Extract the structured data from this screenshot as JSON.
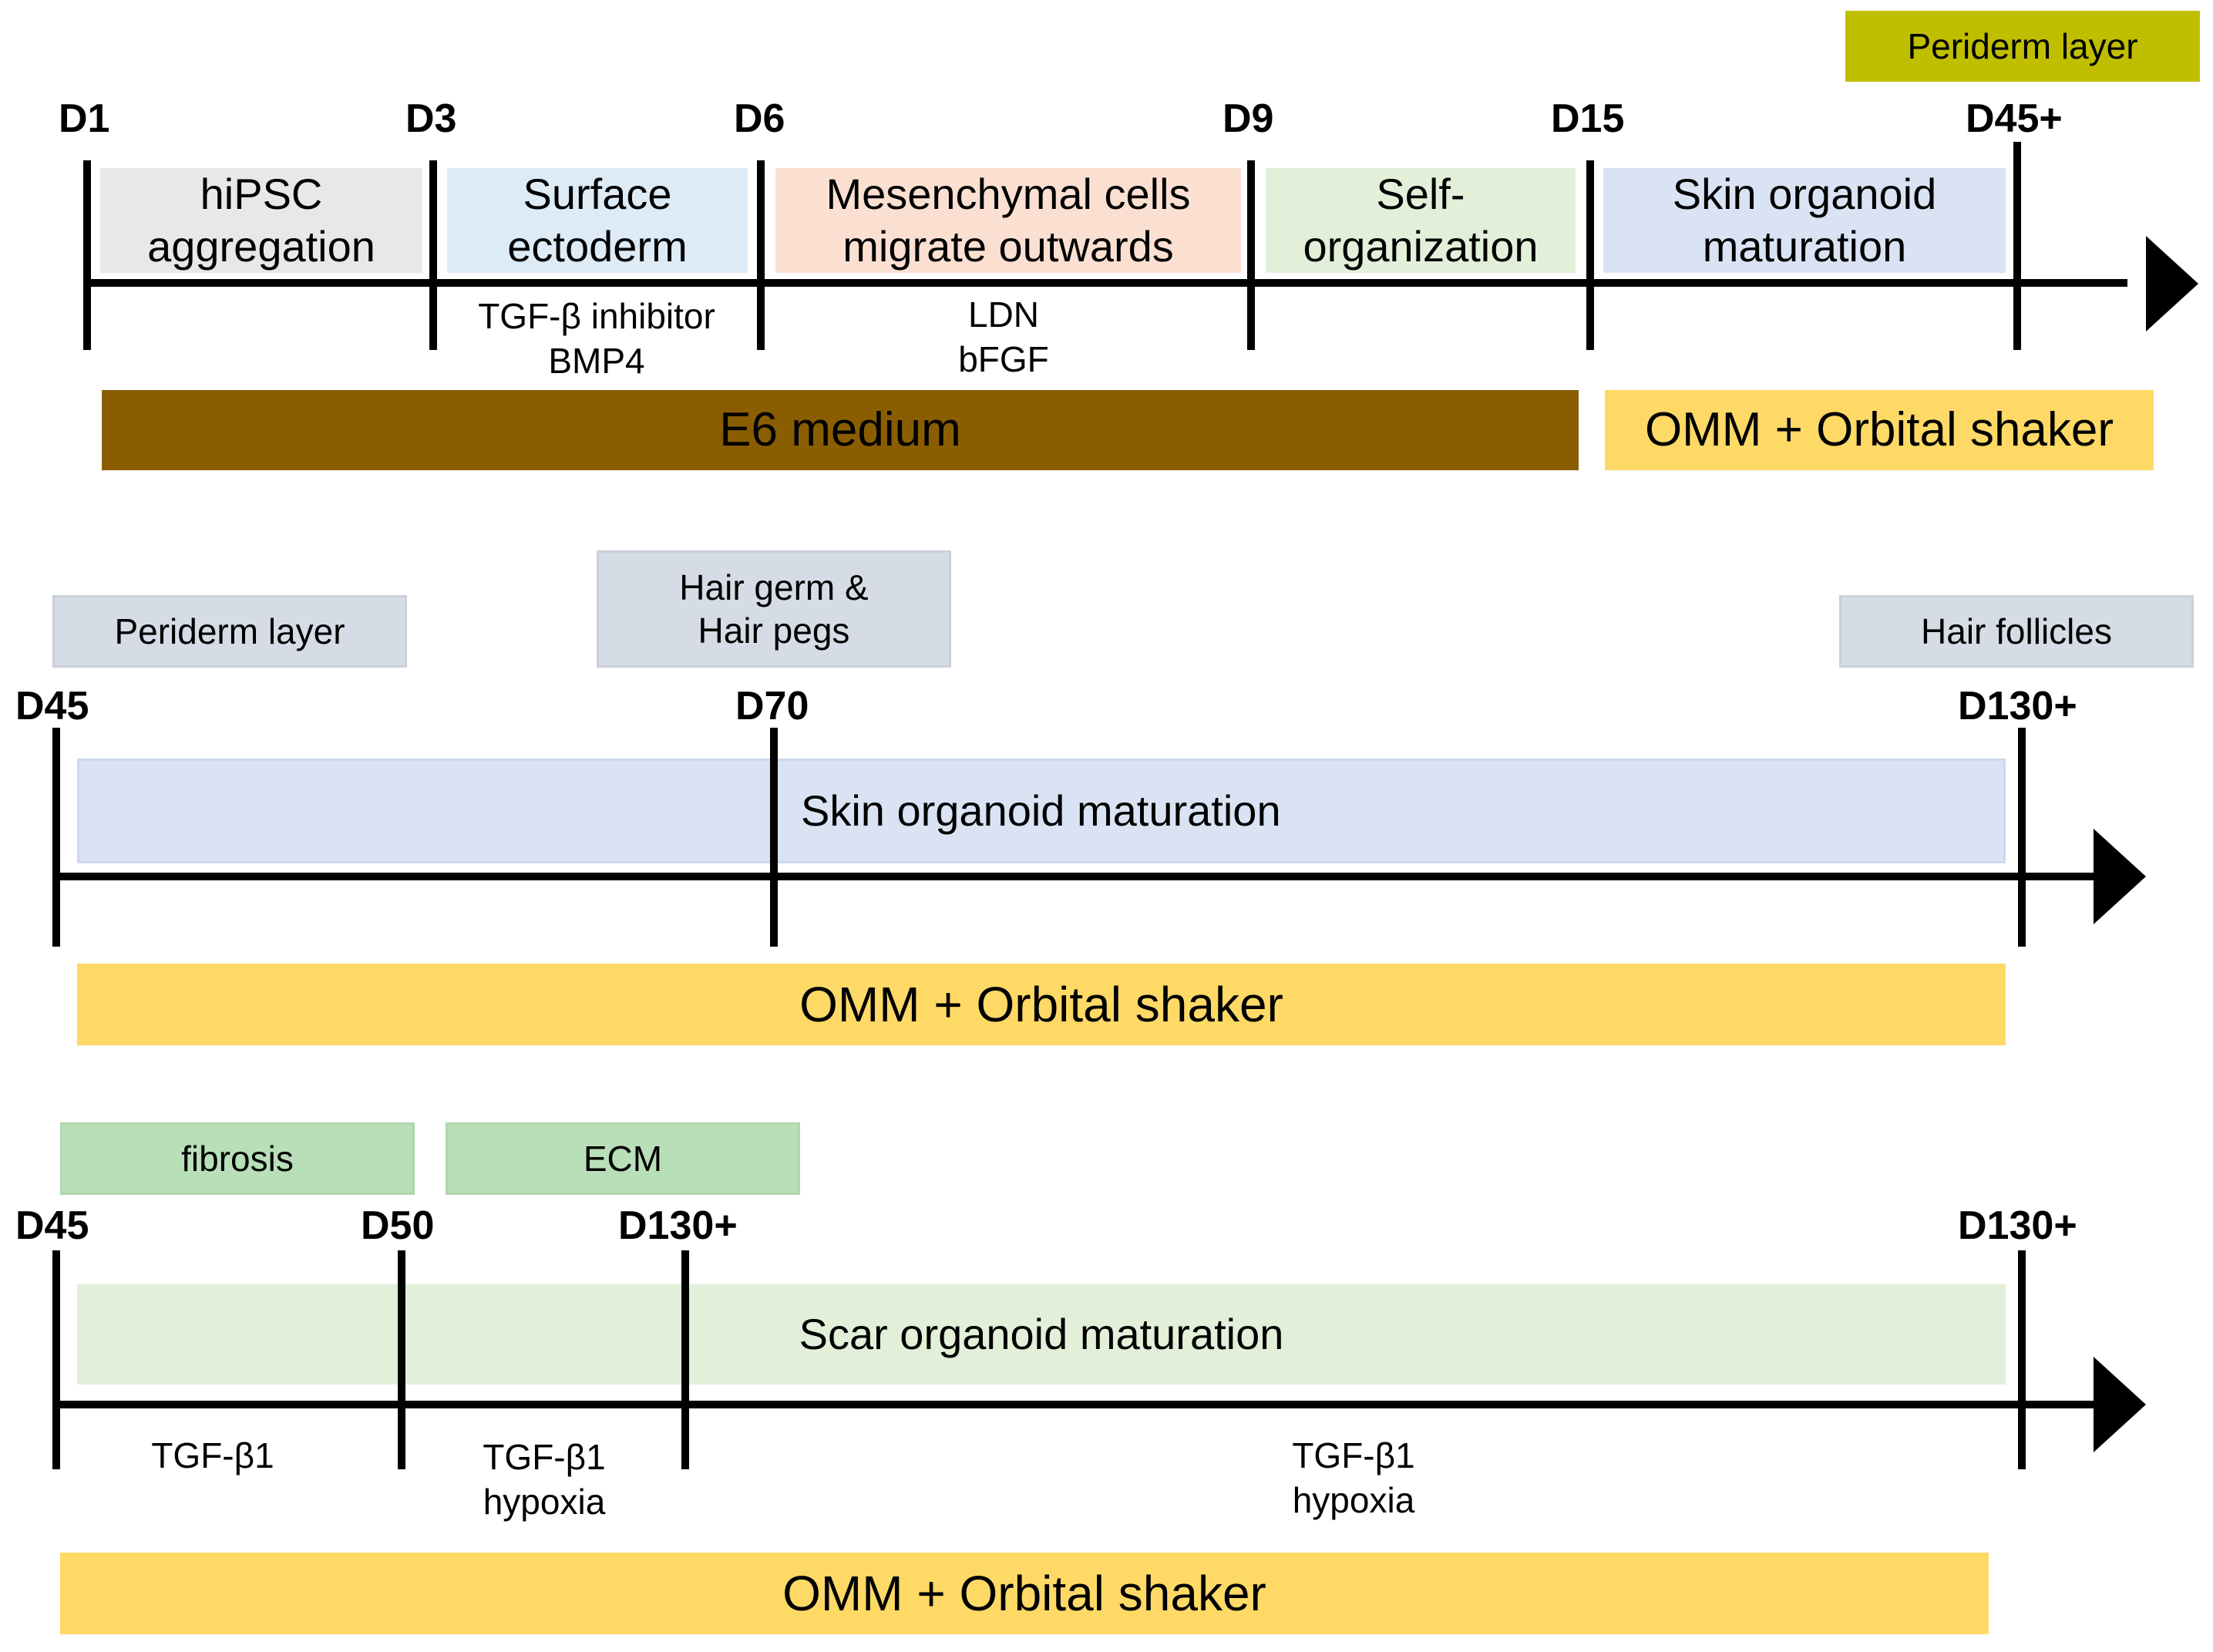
{
  "colors": {
    "axis": "#000000",
    "grey_stage": "#e8e8e8",
    "blue_stage": "#ddebf7",
    "peach_stage": "#fbe0d2",
    "green_stage": "#e2f0d9",
    "maturation_blue": "#dae3f3",
    "e6_medium_brown": "#8a5e00",
    "omm_yellow": "#ffd966",
    "periderm_olive": "#bfbf00",
    "event_slate": "#d6dce5",
    "event_mint": "#b9dfb9"
  },
  "row1": {
    "event": "Periderm layer",
    "days": [
      "D1",
      "D3",
      "D6",
      "D9",
      "D15",
      "D45+"
    ],
    "stages": [
      "hiPSC\naggregation",
      "Surface\nectoderm",
      "Mesenchymal cells\nmigrate outwards",
      "Self-\norganization",
      "Skin organoid\nmaturation"
    ],
    "factors": [
      "TGF-β inhibitor\nBMP4",
      "LDN\nbFGF"
    ],
    "media": [
      "E6 medium",
      "OMM + Orbital shaker"
    ]
  },
  "row2": {
    "events": [
      "Periderm layer",
      "Hair germ &\nHair pegs",
      "Hair follicles"
    ],
    "days": [
      "D45",
      "D70",
      "D130+"
    ],
    "stage": "Skin organoid maturation",
    "medium": "OMM + Orbital shaker"
  },
  "row3": {
    "events": [
      "fibrosis",
      "ECM"
    ],
    "days": [
      "D45",
      "D50",
      "D130+",
      "D130+"
    ],
    "stage": "Scar organoid maturation",
    "factors": [
      "TGF-β1",
      "TGF-β1\nhypoxia",
      "TGF-β1\nhypoxia"
    ],
    "medium": "OMM + Orbital shaker"
  }
}
